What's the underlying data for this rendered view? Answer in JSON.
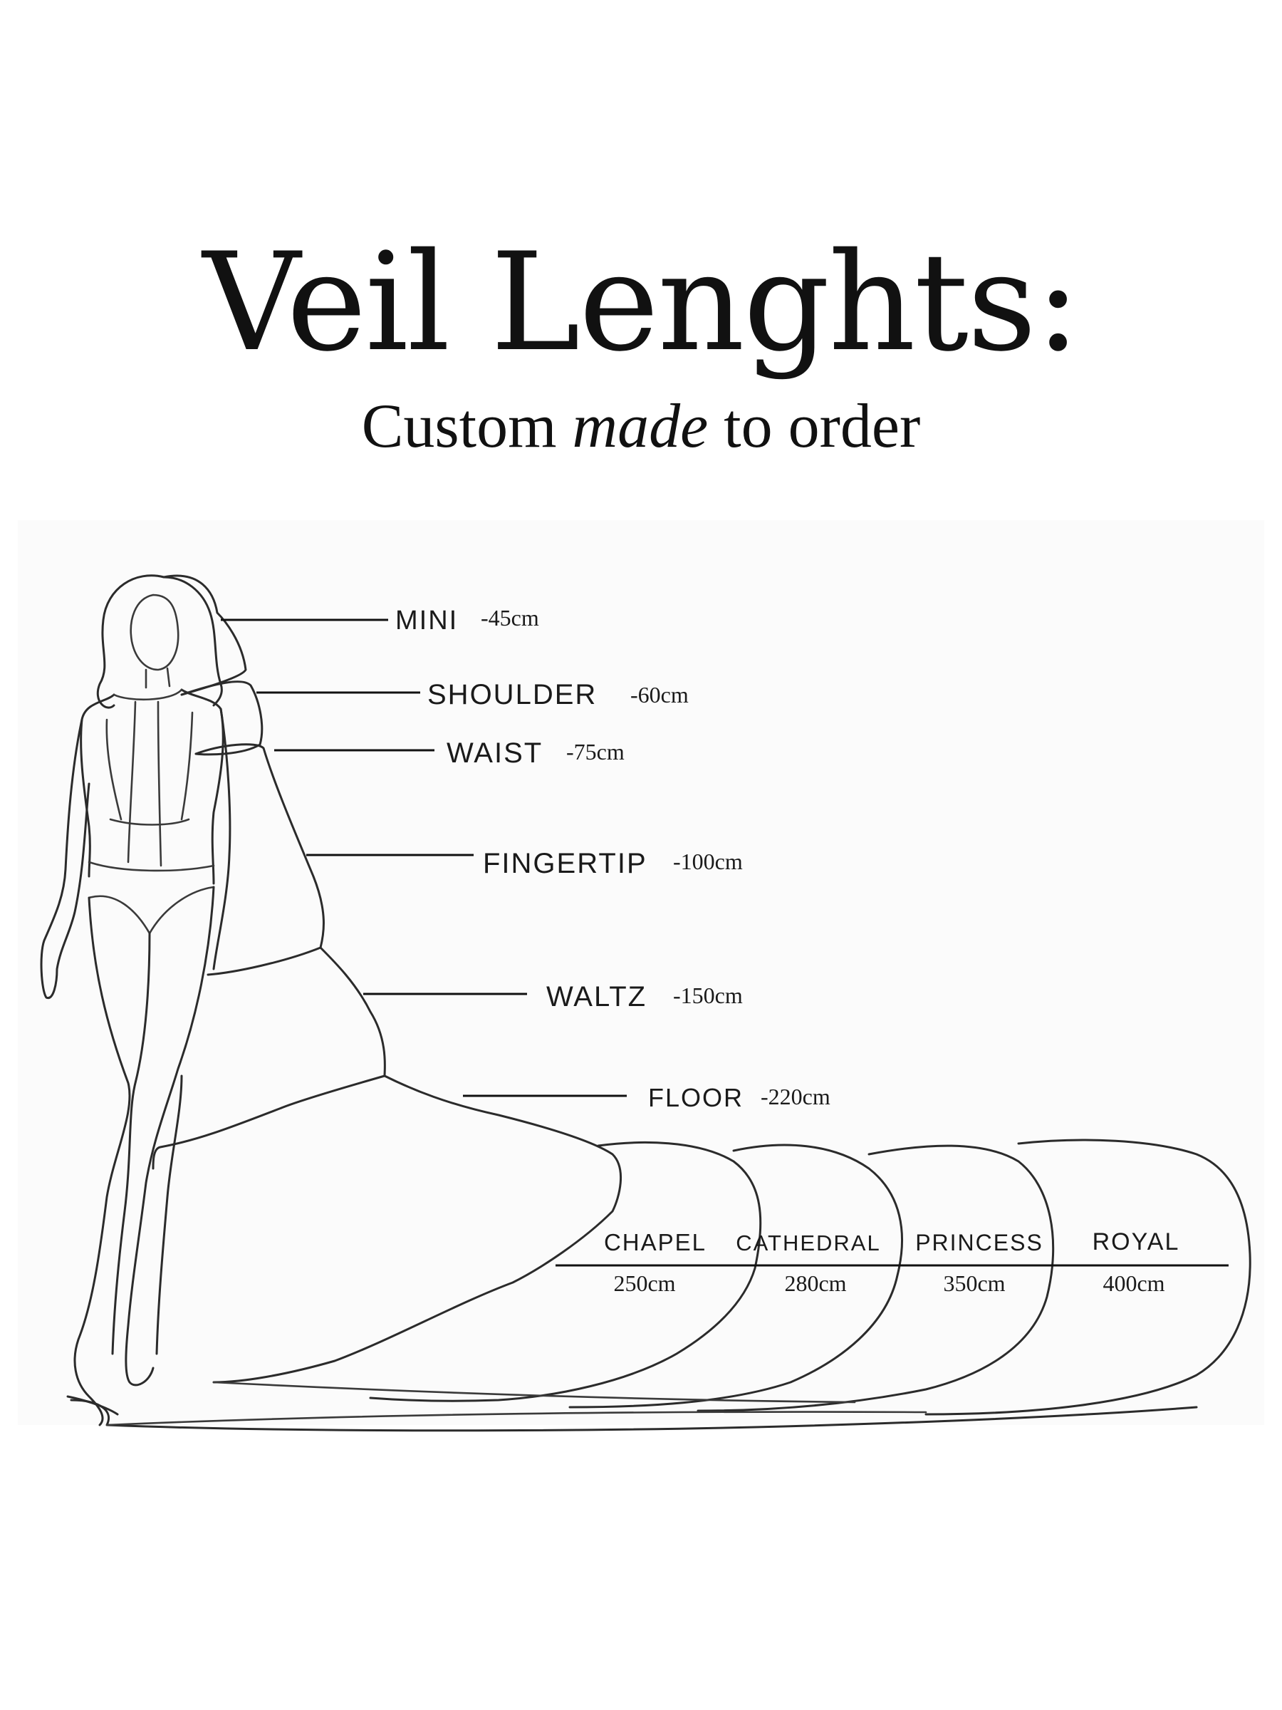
{
  "header": {
    "title": "Veil Lenghts:",
    "subtitle_pre": "Custom ",
    "subtitle_em": "made",
    "subtitle_post": " to order"
  },
  "lengths": [
    {
      "name": "MINI",
      "length": "-45cm"
    },
    {
      "name": "SHOULDER",
      "length": "-60cm"
    },
    {
      "name": "WAIST",
      "length": "-75cm"
    },
    {
      "name": "FINGERTIP",
      "length": "-100cm"
    },
    {
      "name": "WALTZ",
      "length": "-150cm"
    },
    {
      "name": "FLOOR",
      "length": "-220cm"
    },
    {
      "name": "CHAPEL",
      "length": "250cm"
    },
    {
      "name": "CATHEDRAL",
      "length": "280cm"
    },
    {
      "name": "PRINCESS",
      "length": "350cm"
    },
    {
      "name": "ROYAL",
      "length": "400cm"
    }
  ]
}
